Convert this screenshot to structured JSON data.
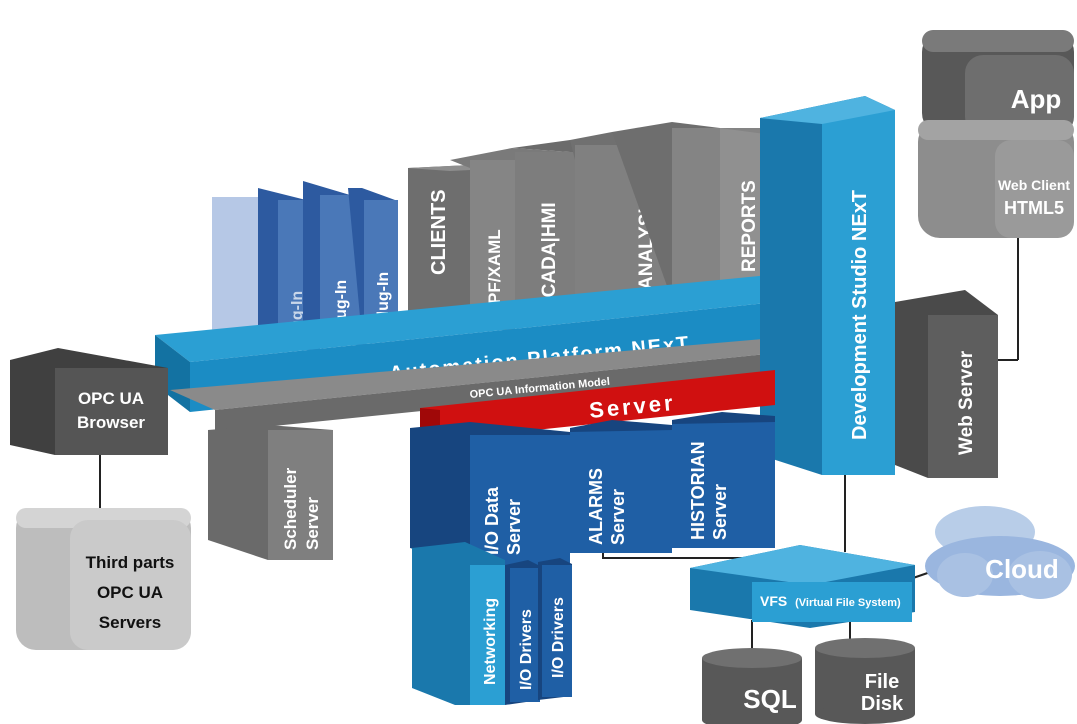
{
  "colors": {
    "blue_light": "#2b9fd3",
    "blue_dark": "#1f5fa5",
    "gray_dark": "#6b6b6b",
    "gray_mid": "#8a8a8a",
    "gray_light": "#bdbdbd",
    "red": "#d01010",
    "plugin_blue": "#4a78b8"
  },
  "labels": {
    "app": "App",
    "web_client": "Web Client",
    "html5": "HTML5",
    "plugin": "Plug-In",
    "clients": "CLIENTS",
    "wpf_xaml": "WPF/XAML",
    "scada_hmi": "SCADA|HMI",
    "analysis": "ANALYSIS",
    "reports": "REPORTS",
    "development_studio": "Development Studio NExT",
    "web_server": "Web Server",
    "platform": "Automation Platform.NExT",
    "info_model": "OPC UA Information Model",
    "server": "Server",
    "opc_ua_browser_1": "OPC UA",
    "opc_ua_browser_2": "Browser",
    "scheduler_1": "Scheduler",
    "scheduler_2": "Server",
    "io_data_1": "I/O Data",
    "io_data_2": "Server",
    "alarms_1": "ALARMS",
    "alarms_2": "Server",
    "historian_1": "HISTORIAN",
    "historian_2": "Server",
    "networking": "Networking",
    "io_drivers": "I/O Drivers",
    "third_parts_1": "Third parts",
    "third_parts_2": "OPC UA",
    "third_parts_3": "Servers",
    "vfs": "VFS",
    "vfs_sub": "(Virtual File System)",
    "cloud": "Cloud",
    "sql": "SQL",
    "file": "File",
    "disk": "Disk"
  }
}
